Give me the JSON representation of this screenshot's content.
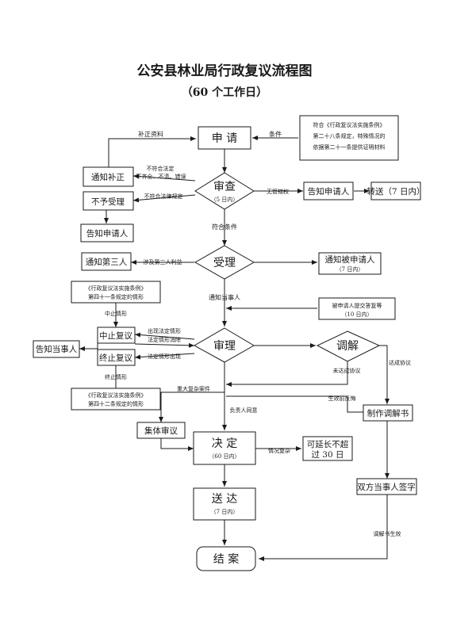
{
  "title": "公安县林业局行政复议流程图",
  "subtitle": "（60 个工作日）",
  "nodes": {
    "apply": "申 请",
    "regulation_box": [
      "符合《行政复议法实施条例》",
      "第二十八条规定，特殊情况的",
      "依据第二十一条提供证明材料"
    ],
    "notify_supplement": "通知补正",
    "review": "审查",
    "review_days": "（5 日内）",
    "reject": "不予受理",
    "inform_applicant_1": "告知申请人",
    "inform_applicant_2": "告知申请人",
    "transfer": "转送（7 日内）",
    "notify_third": "通知第三人",
    "accept": "受理",
    "notify_respondent_l1": "通知被申请人",
    "notify_respondent_l2": "（7 日内）",
    "reg40_box": [
      "《行政复议法实施条例》",
      "第四十一条规定的情形"
    ],
    "suspend": "中止复议",
    "terminate": "终止复议",
    "inform_party": "告知当事人",
    "reg42_box": [
      "《行政复议法实施条例》",
      "第四十二条规定的情形"
    ],
    "hear": "审理",
    "respondent_reply_l1": "被申请人提交答复等",
    "respondent_reply_l2": "（10 日内）",
    "mediate": "调解",
    "collective": "集体审议",
    "decide": "决 定",
    "decide_days": "（60 日内）",
    "extend_l1": "可延长不超",
    "extend_l2": "过 30 日",
    "mediation_doc": "制作调解书",
    "deliver": "送 达",
    "deliver_days": "（7 日内）",
    "both_sign": "双方当事人签字",
    "close": "结 案"
  },
  "labels": {
    "supplement_material": "补正资料",
    "condition": "条件",
    "incomplete_l1": "不符合法定",
    "incomplete_l2": "不齐全、不清、错误",
    "not_legal": "不符合法律规定",
    "no_jurisdiction": "无管辖权",
    "meets_condition": "符合条件",
    "third_party": "涉及第三人利益",
    "notify_parties": "通知当事人",
    "suspension_case": "中止情形",
    "statutory_case_l1": "出现法定情形",
    "statutory_case_l2": "法定情形消除",
    "statutory_appear": "法定情形出现",
    "termination_case": "终止情形",
    "major_case": "重大复杂案件",
    "not_reached": "未达成协议",
    "reached": "达成协议",
    "regret": "生效前反悔",
    "head_agree": "负责人同意",
    "complex": "情况复杂",
    "mediation_effect": "调解书生效"
  }
}
